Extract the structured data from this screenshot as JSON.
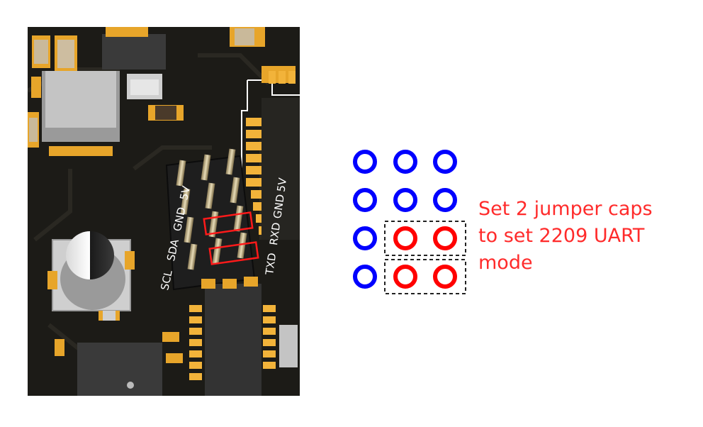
{
  "pcb": {
    "pin_labels_left": [
      "SCL",
      "SDA",
      "GND",
      "5V"
    ],
    "pin_labels_right": [
      "TXD",
      "RXD",
      "GND",
      "5V"
    ]
  },
  "legend": {
    "colors": {
      "default": "#0000ff",
      "jumpered": "#ff0000",
      "box": "#222222"
    },
    "rows": [
      [
        "default",
        "default",
        "default"
      ],
      [
        "default",
        "default",
        "default"
      ],
      [
        "default",
        "jumpered",
        "jumpered"
      ],
      [
        "default",
        "jumpered",
        "jumpered"
      ]
    ]
  },
  "note": {
    "line1": "Set 2 jumper caps",
    "line2": "to set 2209 UART",
    "line3": "mode"
  }
}
